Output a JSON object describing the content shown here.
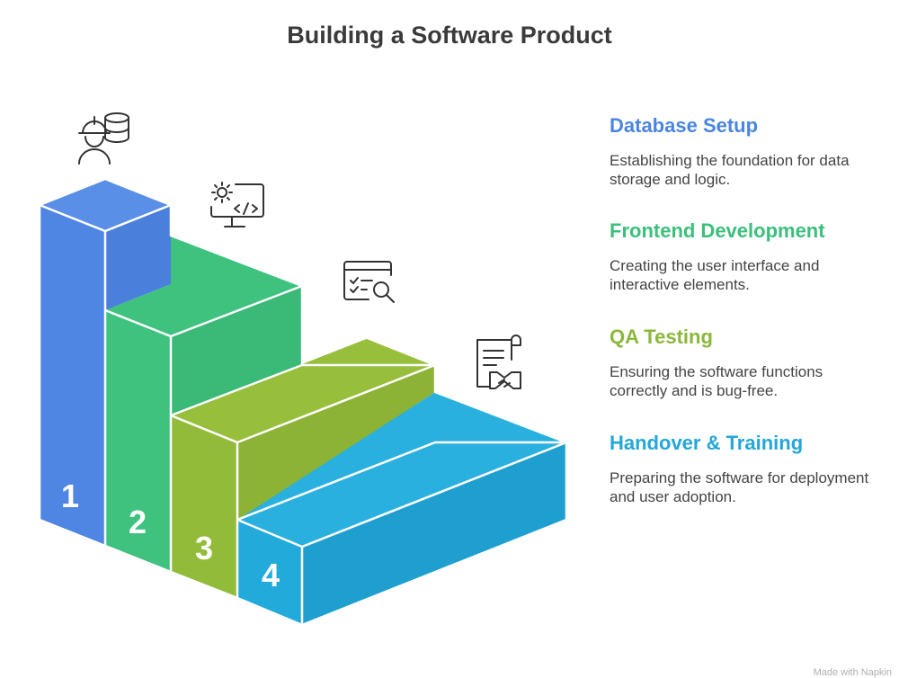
{
  "title": "Building a Software Product",
  "colors": {
    "step1": "#4f86e4",
    "step2": "#3ec27e",
    "step3": "#93bb3a",
    "step4": "#22aadb"
  },
  "steps": [
    {
      "number": "1",
      "heading": "Database Setup",
      "text": "Establishing the foundation for data storage and logic.",
      "icon": "engineer-database-icon",
      "color": "#4a86e0"
    },
    {
      "number": "2",
      "heading": "Frontend Development",
      "text": "Creating the user interface and interactive elements.",
      "icon": "monitor-code-gear-icon",
      "color": "#3bbf7a"
    },
    {
      "number": "3",
      "heading": "QA Testing",
      "text": "Ensuring the software functions correctly and is bug-free.",
      "icon": "checklist-magnifier-icon",
      "color": "#8ab83a"
    },
    {
      "number": "4",
      "heading": "Handover & Training",
      "text": "Preparing the software for deployment and user adoption.",
      "icon": "document-handshake-icon",
      "color": "#23a6d9"
    }
  ],
  "watermark": "Made with Napkin"
}
